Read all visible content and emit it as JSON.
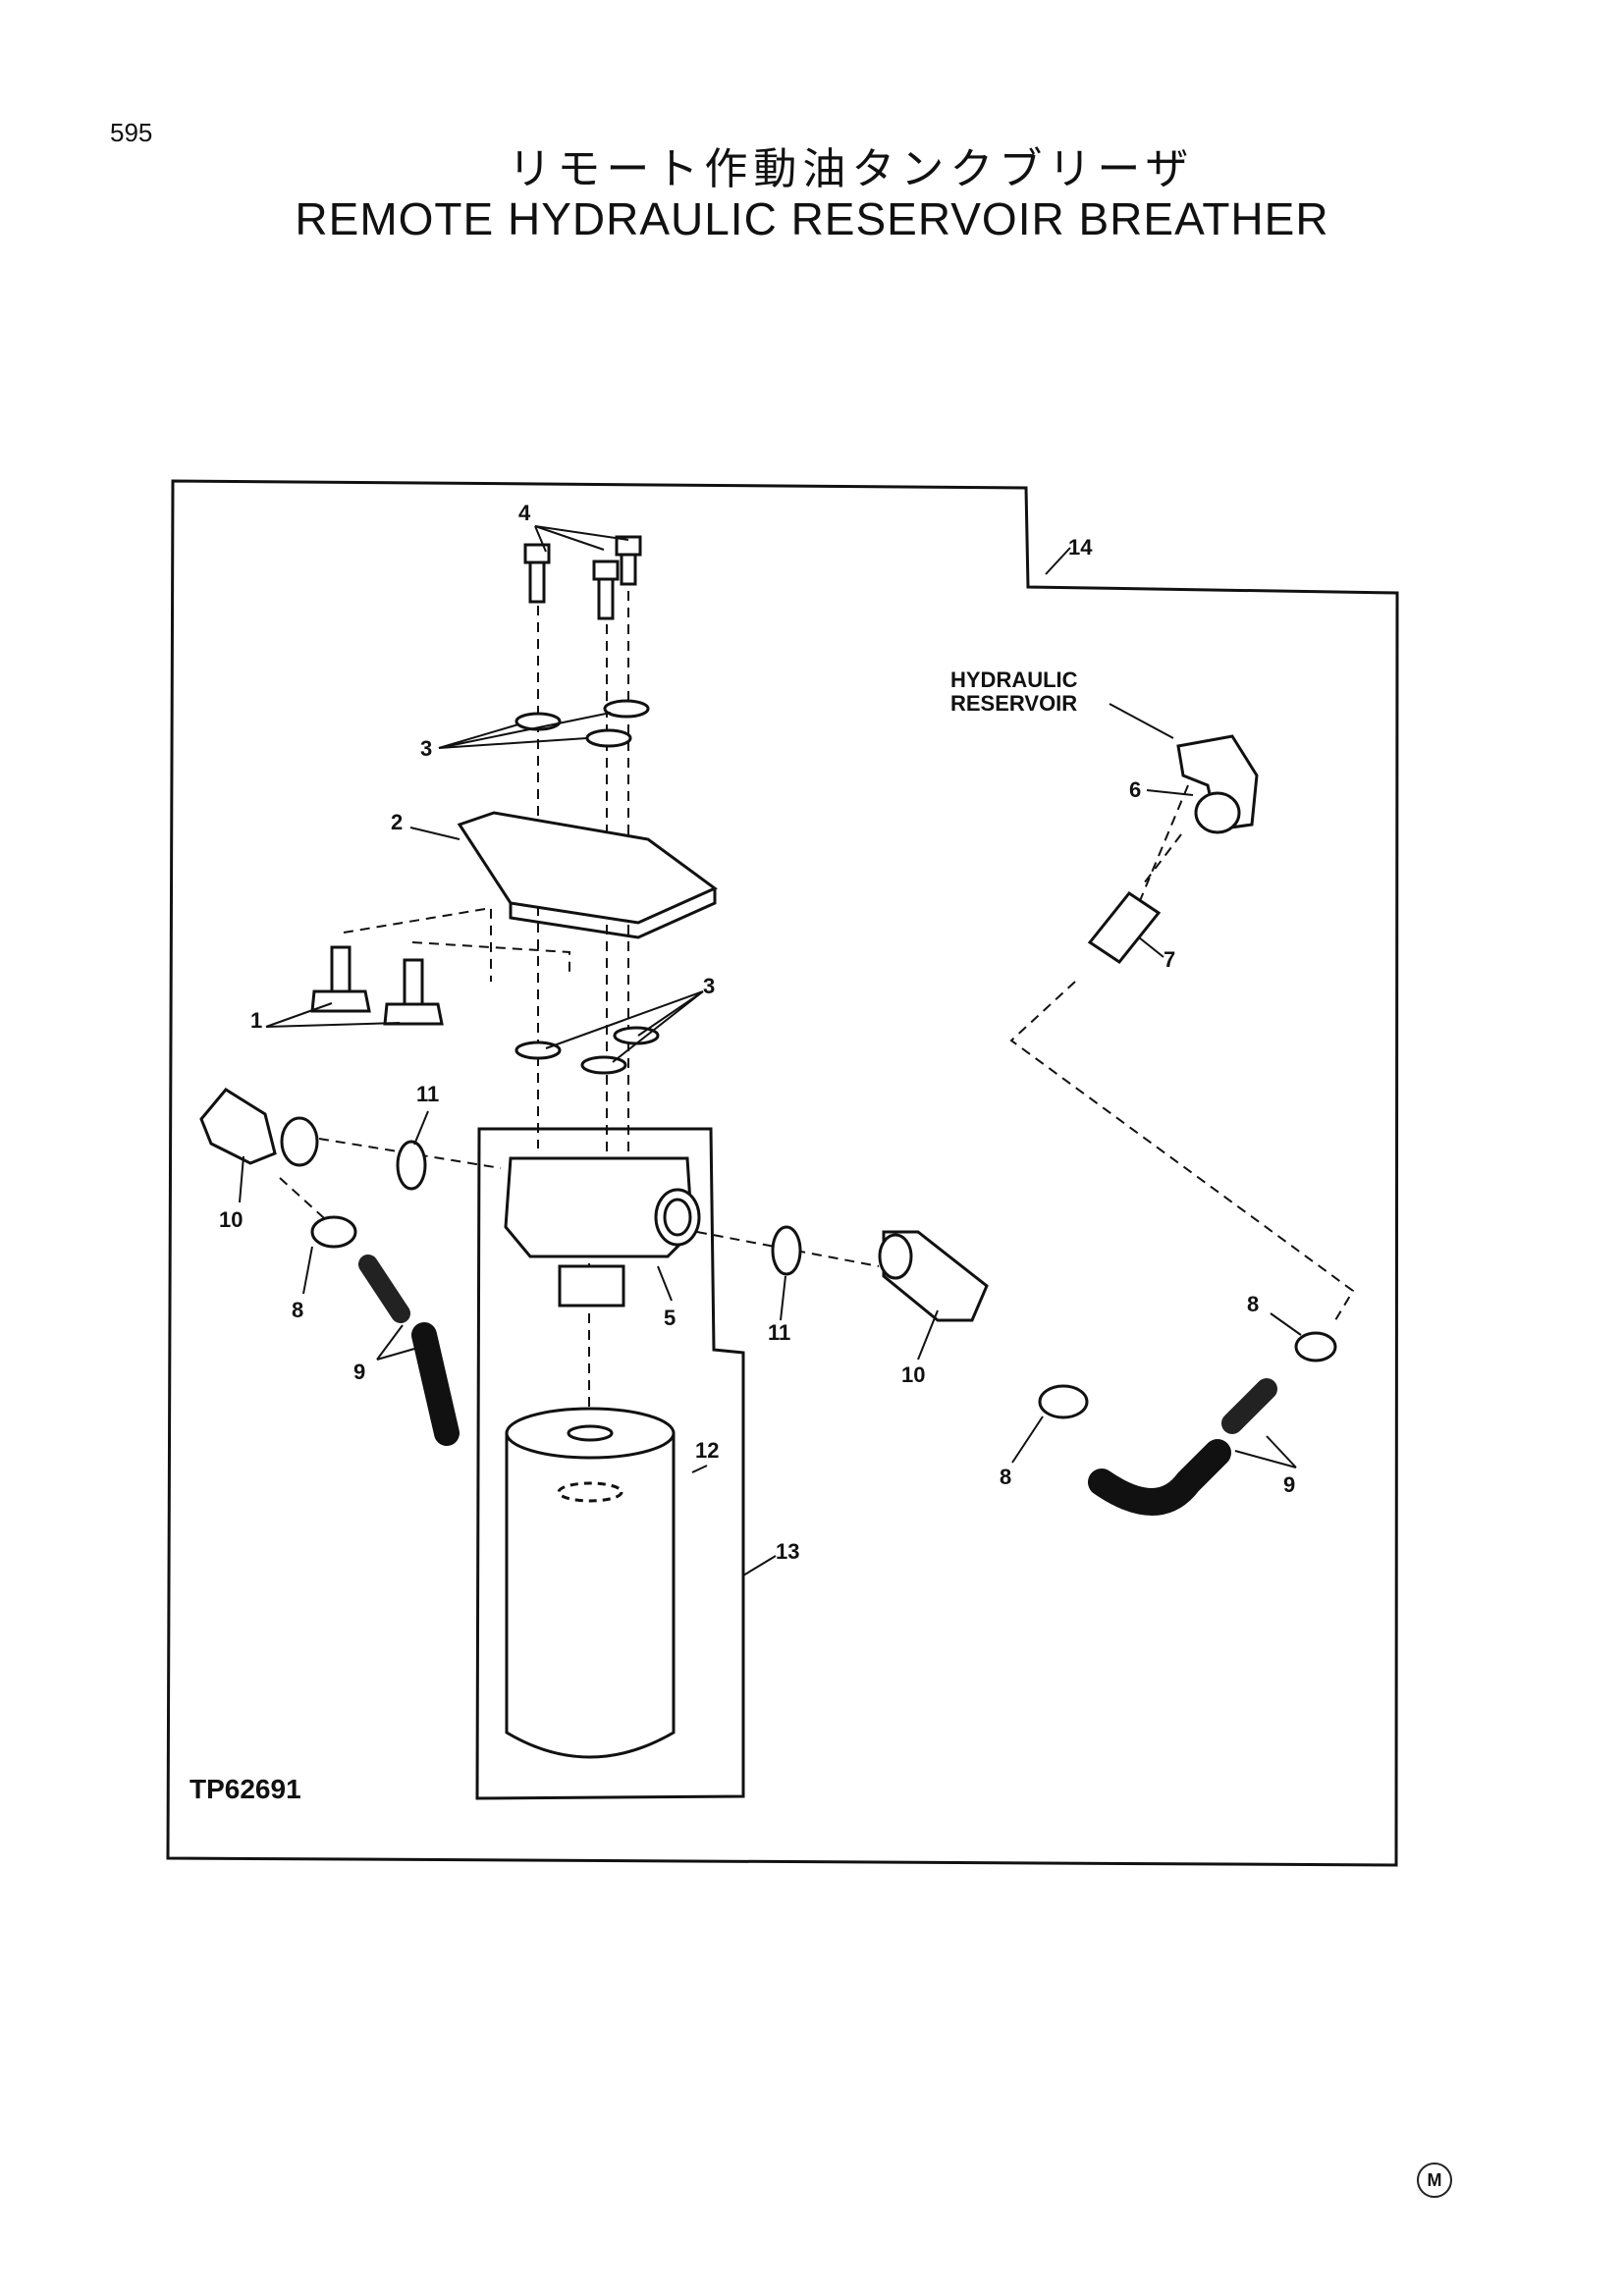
{
  "page": {
    "number": "595",
    "title_jp": "リモート作動油タンクブリーザ",
    "title_en": "REMOTE HYDRAULIC RESERVOIR BREATHER",
    "corner_mark": "M"
  },
  "diagram": {
    "figure_id": "TP62691",
    "reservoir_label_line1": "HYDRAULIC",
    "reservoir_label_line2": "RESERVOIR",
    "callouts": {
      "c1": "1",
      "c2": "2",
      "c3a": "3",
      "c3b": "3",
      "c4": "4",
      "c5": "5",
      "c6": "6",
      "c7": "7",
      "c8a": "8",
      "c8b": "8",
      "c8c": "8",
      "c9a": "9",
      "c9b": "9",
      "c10a": "10",
      "c10b": "10",
      "c11a": "11",
      "c11b": "11",
      "c12": "12",
      "c13": "13",
      "c14": "14"
    }
  }
}
